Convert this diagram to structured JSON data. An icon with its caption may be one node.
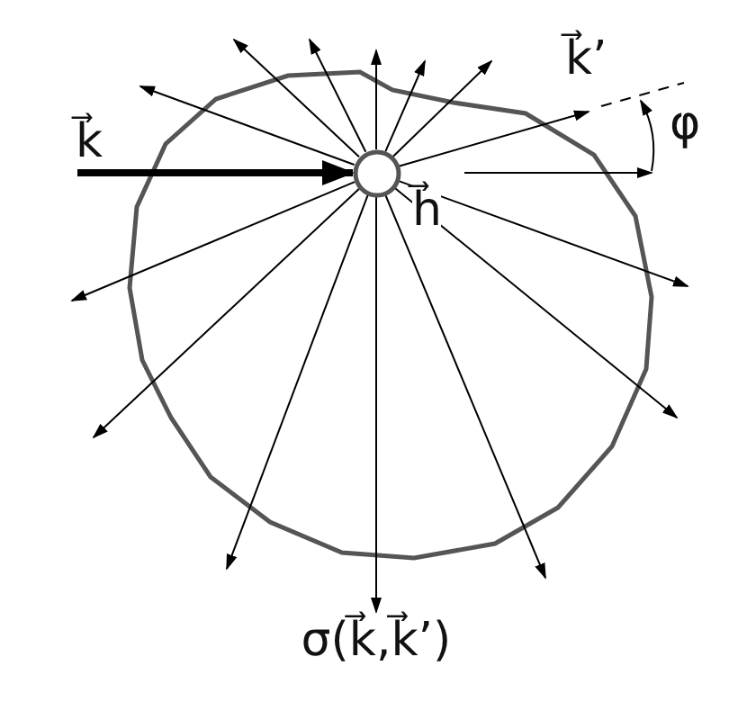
{
  "diagram": {
    "nodes": [
      {
        "text": [],
        "shape": "circle",
        "beside": [
          "h⃗"
        ]
      },
      {
        "text": [
          "σ(k⃗,k⃗’)"
        ]
      }
    ],
    "edges": [
      {
        "from": null,
        "to": 0,
        "arrow": "to",
        "label": "k⃗",
        "style": "thick"
      },
      {
        "from": 0,
        "to": null,
        "arrow": "to"
      },
      {
        "from": 0,
        "to": null,
        "arrow": "to"
      },
      {
        "from": 0,
        "to": null,
        "arrow": "to"
      },
      {
        "from": 0,
        "to": null,
        "arrow": "to"
      },
      {
        "from": 0,
        "to": null,
        "arrow": "to"
      },
      {
        "from": 0,
        "to": null,
        "arrow": "to"
      },
      {
        "from": 0,
        "to": null,
        "arrow": "to",
        "label": "k⃗’"
      },
      {
        "from": 0,
        "to": null,
        "arrow": "to"
      },
      {
        "from": 0,
        "to": null,
        "arrow": "to"
      },
      {
        "from": 0,
        "to": null,
        "arrow": "to"
      },
      {
        "from": 0,
        "to": null,
        "arrow": "to"
      },
      {
        "from": 0,
        "to": null,
        "arrow": "to"
      },
      {
        "from": 0,
        "to": 1,
        "arrow": "to"
      },
      {
        "from": 0,
        "to": null,
        "arrow": "to"
      }
    ],
    "labels": [
      "φ"
    ]
  }
}
